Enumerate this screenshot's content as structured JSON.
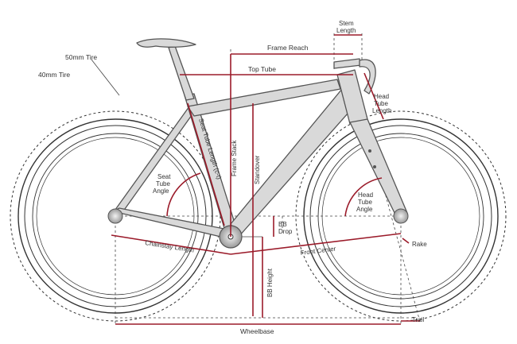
{
  "labels": {
    "tire_50": "50mm Tire",
    "tire_40": "40mm Tire",
    "frame_reach": "Frame Reach",
    "top_tube": "Top Tube",
    "stem_length_1": "Stem",
    "stem_length_2": "Length",
    "head_tube_length_1": "Head",
    "head_tube_length_2": "Tube",
    "head_tube_length_3": "Length",
    "seat_tube_length": "Seat Tube Length (c-t)",
    "frame_stack": "Frame Stack",
    "standover": "Standover",
    "seat_tube_angle_1": "Seat",
    "seat_tube_angle_2": "Tube",
    "seat_tube_angle_3": "Angle",
    "head_tube_angle_1": "Head",
    "head_tube_angle_2": "Tube",
    "head_tube_angle_3": "Angle",
    "bb_drop_1": "BB",
    "bb_drop_2": "Drop",
    "chainstay_length": "Chainstay Length",
    "front_center": "Front Center",
    "rake": "Rake",
    "bb_height": "BB Height",
    "trail": "Trail",
    "wheelbase": "Wheelbase"
  },
  "colors": {
    "dimension": "#9b1b2a",
    "frame_fill": "#d9d9d9",
    "frame_stroke": "#555555",
    "tire_stroke": "#333333",
    "guide": "#444444"
  }
}
